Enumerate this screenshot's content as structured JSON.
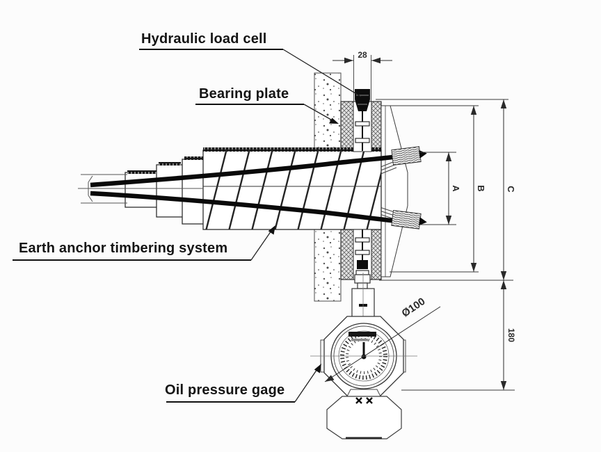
{
  "drawing": {
    "labels": {
      "hydraulic_load_cell": "Hydraulic load cell",
      "bearing_plate": "Bearing plate",
      "earth_anchor_timbering_system": "Earth anchor timbering system",
      "oil_pressure_gage": "Oil pressure gage"
    },
    "dimensions": {
      "load_cell_width": "28",
      "anchor_span": "A",
      "block_height": "B",
      "plate_height": "C",
      "gauge_offset": "180",
      "gauge_diameter": "Ø100"
    },
    "colors": {
      "line": "#1a1a1a",
      "background": "#fcfcfc"
    }
  }
}
